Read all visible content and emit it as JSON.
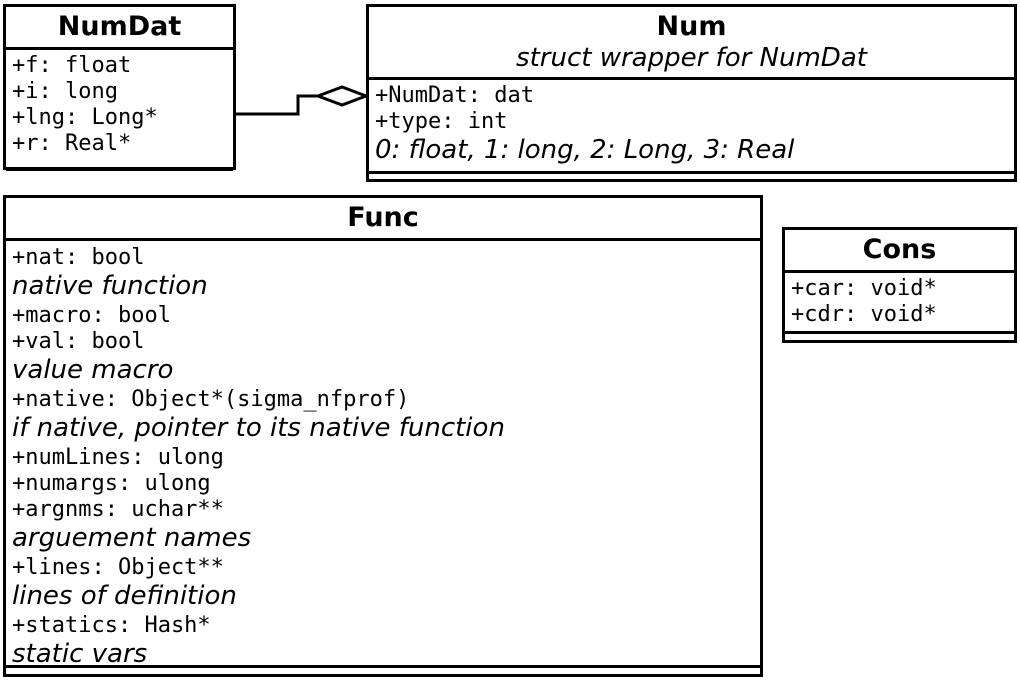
{
  "classes": {
    "numdat": {
      "name": "NumDat",
      "attributes": [
        "+f: float",
        "+i: long",
        "+lng: Long*",
        "+r: Real*"
      ]
    },
    "num": {
      "name": "Num",
      "stereotype": "struct wrapper for NumDat",
      "attributes": [
        "+NumDat: dat",
        "+type: int"
      ],
      "note": "0: float, 1: long, 2: Long, 3: Real"
    },
    "func": {
      "name": "Func",
      "groups": [
        {
          "attributes": [
            "+nat: bool"
          ],
          "note": "native function"
        },
        {
          "attributes": [
            "+macro: bool",
            "+val: bool"
          ],
          "note": "value macro"
        },
        {
          "attributes": [
            "+native: Object*(sigma_nfprof)"
          ],
          "note": "if native, pointer to its native function"
        },
        {
          "attributes": [
            "+numLines: ulong",
            "+numargs: ulong",
            "+argnms: uchar**"
          ],
          "note": "arguement names"
        },
        {
          "attributes": [
            "+lines: Object**"
          ],
          "note": "lines of definition"
        },
        {
          "attributes": [
            "+statics: Hash*"
          ],
          "note": "static vars"
        }
      ]
    },
    "cons": {
      "name": "Cons",
      "attributes": [
        "+car: void*",
        "+cdr: void*"
      ]
    }
  },
  "relationships": [
    {
      "from": "numdat",
      "to": "num",
      "type": "aggregation"
    }
  ]
}
